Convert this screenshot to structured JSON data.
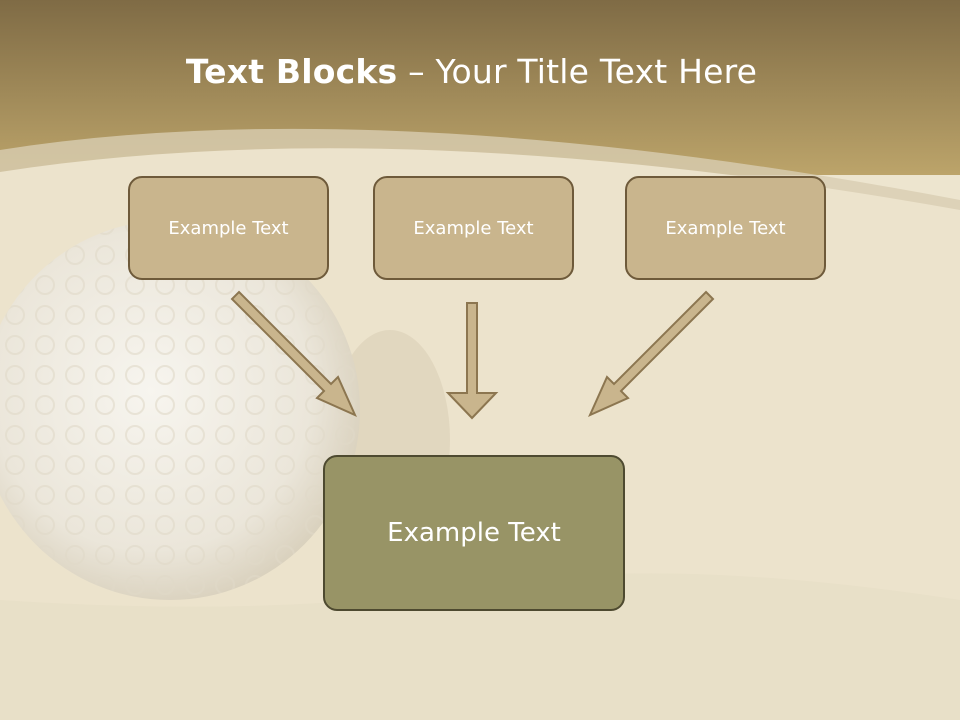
{
  "slide": {
    "title_bold": "Text Blocks",
    "title_rest": "– Your Title Text Here"
  },
  "boxes": {
    "top": [
      {
        "label": "Example Text"
      },
      {
        "label": "Example Text"
      },
      {
        "label": "Example Text"
      }
    ],
    "bottom": {
      "label": "Example Text"
    }
  },
  "colors": {
    "header": "#9a8556",
    "sand": "#ece3cc",
    "small_box": "#c9b58d",
    "big_box": "#989466",
    "arrow": "#c9b58d"
  }
}
